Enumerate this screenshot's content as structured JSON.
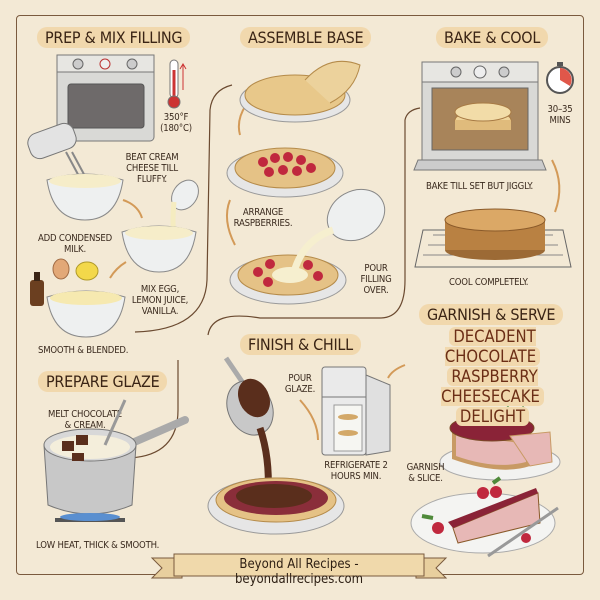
{
  "sections": {
    "prep": {
      "heading": "PREP & MIX FILLING",
      "temp": "350°F (180°C)",
      "step1": "BEAT CREAM CHEESE TILL FLUFFY.",
      "step2": "ADD CONDENSED MILK.",
      "step3": "MIX EGG, LEMON JUICE, VANILLA.",
      "step4": "SMOOTH & BLENDED."
    },
    "assemble": {
      "heading": "ASSEMBLE BASE",
      "step1": "ARRANGE RASPBERRIES.",
      "step2": "POUR FILLING OVER."
    },
    "bake": {
      "heading": "BAKE & COOL",
      "time": "30–35 MINS",
      "step1": "BAKE TILL SET BUT JIGGLY.",
      "step2": "COOL COMPLETELY."
    },
    "glaze": {
      "heading": "PREPARE GLAZE",
      "step1": "MELT CHOCOLATE & CREAM.",
      "step2": "LOW HEAT, THICK & SMOOTH."
    },
    "finish": {
      "heading": "FINISH & CHILL",
      "step1": "POUR GLAZE.",
      "step2": "REFRIGERATE 2 HOURS MIN."
    },
    "serve": {
      "heading": "GARNISH & SERVE",
      "title_line1": "DECADENT CHOCOLATE",
      "title_line2": "RASPBERRY CHEESECAKE",
      "title_line3": "DELIGHT",
      "step1": "GARNISH & SLICE."
    }
  },
  "footer": {
    "banner": "Beyond All Recipes - beyondallrecipes.com"
  },
  "colors": {
    "background": "#f3e9d5",
    "frame": "#7a5a3e",
    "highlight": "#f1d8ad",
    "title": "#6b2e16",
    "raspberry": "#c0283e",
    "chocolate": "#5a2e1c"
  }
}
